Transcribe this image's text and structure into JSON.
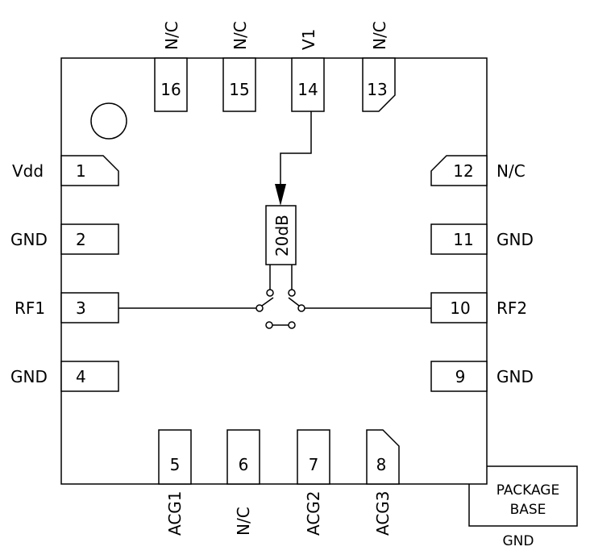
{
  "pins": {
    "p1": {
      "num": "1",
      "label": "Vdd"
    },
    "p2": {
      "num": "2",
      "label": "GND"
    },
    "p3": {
      "num": "3",
      "label": "RF1"
    },
    "p4": {
      "num": "4",
      "label": "GND"
    },
    "p5": {
      "num": "5",
      "label": "ACG1"
    },
    "p6": {
      "num": "6",
      "label": "N/C"
    },
    "p7": {
      "num": "7",
      "label": "ACG2"
    },
    "p8": {
      "num": "8",
      "label": "ACG3"
    },
    "p9": {
      "num": "9",
      "label": "GND"
    },
    "p10": {
      "num": "10",
      "label": "RF2"
    },
    "p11": {
      "num": "11",
      "label": "GND"
    },
    "p12": {
      "num": "12",
      "label": "N/C"
    },
    "p13": {
      "num": "13",
      "label": "N/C"
    },
    "p14": {
      "num": "14",
      "label": "V1"
    },
    "p15": {
      "num": "15",
      "label": "N/C"
    },
    "p16": {
      "num": "16",
      "label": "N/C"
    }
  },
  "attenuator": {
    "label": "20dB"
  },
  "package_base": {
    "line1": "PACKAGE",
    "line2": "BASE",
    "label": "GND"
  }
}
